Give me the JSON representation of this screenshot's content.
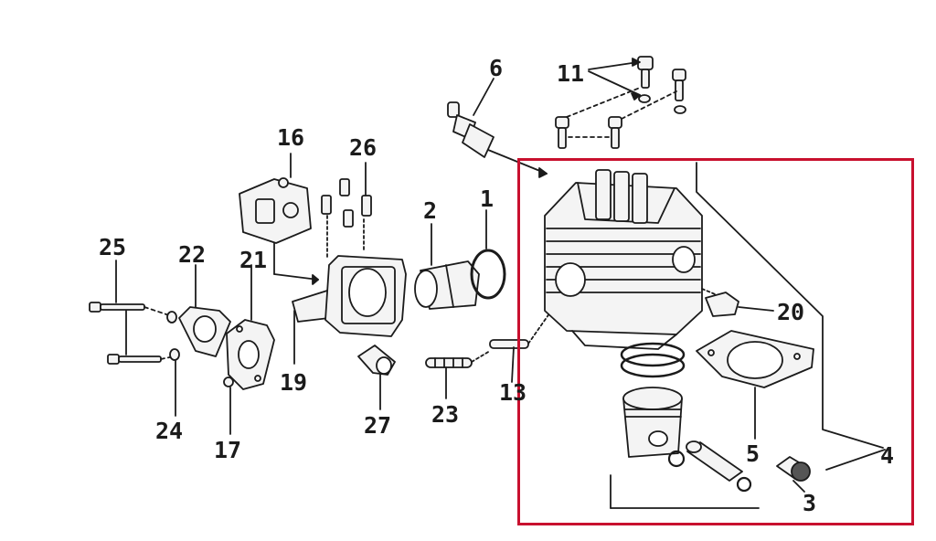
{
  "colors": {
    "highlight": "#c8102e",
    "ink": "#1b1b1b",
    "fill": "#f4f4f4"
  },
  "callouts": {
    "c1": "1",
    "c2": "2",
    "c3": "3",
    "c4": "4",
    "c5": "5",
    "c6": "6",
    "c11": "11",
    "c13": "13",
    "c16": "16",
    "c17": "17",
    "c19": "19",
    "c20": "20",
    "c21": "21",
    "c22": "22",
    "c23": "23",
    "c24": "24",
    "c25": "25",
    "c26": "26",
    "c27": "27"
  }
}
